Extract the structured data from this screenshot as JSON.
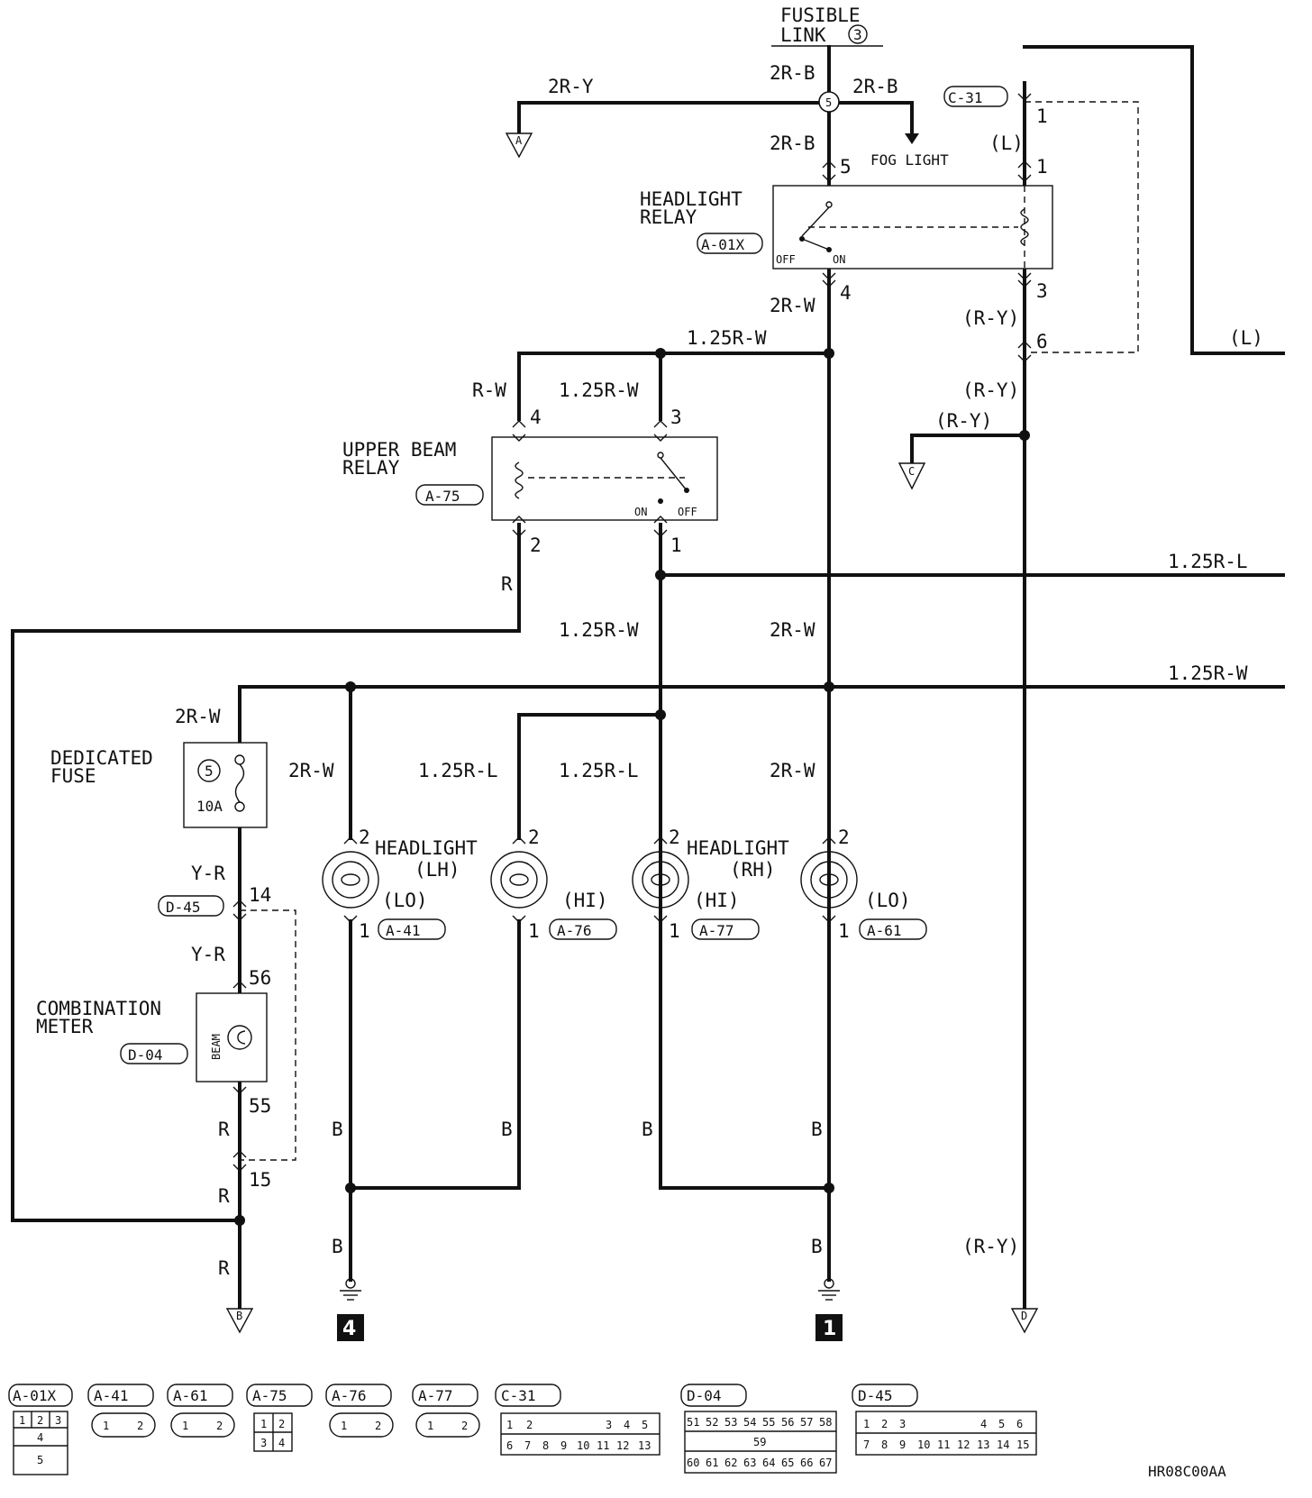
{
  "colors": {
    "ink": "#111111",
    "background": "#ffffff"
  },
  "power": {
    "fusible_link": "FUSIBLE",
    "fusible_link_2": "LINK",
    "fusible_link_num": "3",
    "junction_num": "5"
  },
  "wires": {
    "w_2RB_top": "2R-B",
    "w_2RY": "2R-Y",
    "w_2RB_right": "2R-B",
    "w_2RB_mid": "2R-B",
    "fog_light": "FOG LIGHT",
    "w_L_c31": "(L)",
    "w_2RW_relay": "2R-W",
    "w_RY_3": "(R-Y)",
    "w_125RW_bus": "1.25R-W",
    "w_L_right": "(L)",
    "w_RW": "R-W",
    "w_125RW_3": "1.25R-W",
    "w_RY_6": "(R-Y)",
    "w_RY_C": "(R-Y)",
    "w_125RL_right": "1.25R-L",
    "w_R_ub2": "R",
    "w_125RW_mid": "1.25R-W",
    "w_2RW_mid": "2R-W",
    "w_125RW_right": "1.25R-W",
    "w_2RW_fuse": "2R-W",
    "w_2RW_lh": "2R-W",
    "w_125RL_a76": "1.25R-L",
    "w_125RL_a77": "1.25R-L",
    "w_2RW_a61": "2R-W",
    "w_YR_1": "Y-R",
    "w_YR_2": "Y-R",
    "w_R_1": "R",
    "w_R_2": "R",
    "w_R_3": "R",
    "w_B_1": "B",
    "w_B_2": "B",
    "w_B_3": "B",
    "w_B_4": "B",
    "w_B_5": "B",
    "w_B_6": "B",
    "w_RY_bottom": "(R-Y)"
  },
  "pins": {
    "hr_5": "5",
    "hr_4": "4",
    "hr_1": "1",
    "hr_3": "3",
    "c31_1": "1",
    "c31_6": "6",
    "ub_4": "4",
    "ub_3": "3",
    "ub_2": "2",
    "ub_1": "1",
    "lamp_2a": "2",
    "lamp_2b": "2",
    "lamp_2c": "2",
    "lamp_2d": "2",
    "lamp_1a": "1",
    "lamp_1b": "1",
    "lamp_1c": "1",
    "lamp_1d": "1",
    "d45_14": "14",
    "d45_15": "15",
    "d04_56": "56",
    "d04_55": "55"
  },
  "components": {
    "headlight_relay": {
      "line1": "HEADLIGHT",
      "line2": "RELAY",
      "code": "A-01X",
      "off": "OFF",
      "on": "ON"
    },
    "upper_beam_relay": {
      "line1": "UPPER BEAM",
      "line2": "RELAY",
      "code": "A-75",
      "on": "ON",
      "off": "OFF"
    },
    "dedicated_fuse": {
      "line1": "DEDICATED",
      "line2": "FUSE",
      "number": "5",
      "rating": "10A"
    },
    "combination_meter": {
      "line1": "COMBINATION",
      "line2": "METER",
      "code": "D-04",
      "lamp": "BEAM"
    },
    "c31": {
      "code": "C-31"
    },
    "d45": {
      "code": "D-45"
    },
    "headlight_lh": {
      "line1": "HEADLIGHT",
      "line2": "(LH)"
    },
    "headlight_rh": {
      "line1": "HEADLIGHT",
      "line2": "(RH)"
    },
    "lamps": [
      {
        "mode": "(LO)",
        "code": "A-41"
      },
      {
        "mode": "(HI)",
        "code": "A-76"
      },
      {
        "mode": "(HI)",
        "code": "A-77"
      },
      {
        "mode": "(LO)",
        "code": "A-61"
      }
    ]
  },
  "offpage": {
    "A": "A",
    "B": "B",
    "C": "C",
    "D": "D"
  },
  "grounds": {
    "left": "4",
    "right": "1"
  },
  "connectors": {
    "a01x": {
      "code": "A-01X",
      "pins": [
        "1",
        "2",
        "3",
        "4",
        "5"
      ]
    },
    "a41": {
      "code": "A-41",
      "pins": [
        "1",
        "2"
      ]
    },
    "a61": {
      "code": "A-61",
      "pins": [
        "1",
        "2"
      ]
    },
    "a75": {
      "code": "A-75",
      "pins": [
        "1",
        "2",
        "3",
        "4"
      ]
    },
    "a76": {
      "code": "A-76",
      "pins": [
        "1",
        "2"
      ]
    },
    "a77": {
      "code": "A-77",
      "pins": [
        "1",
        "2"
      ]
    },
    "c31": {
      "code": "C-31",
      "pins": [
        "1",
        "2",
        "3",
        "4",
        "5",
        "6",
        "7",
        "8",
        "9",
        "10",
        "11",
        "12",
        "13"
      ]
    },
    "d04": {
      "code": "D-04",
      "pins_top": [
        "51",
        "52",
        "53",
        "54",
        "55",
        "56",
        "57",
        "58"
      ],
      "pin_mid": "59",
      "pins_bottom": [
        "60",
        "61",
        "62",
        "63",
        "64",
        "65",
        "66",
        "67"
      ]
    },
    "d45": {
      "code": "D-45",
      "pins_top": [
        "1",
        "2",
        "3",
        "4",
        "5",
        "6"
      ],
      "pins_bottom": [
        "7",
        "8",
        "9",
        "10",
        "11",
        "12",
        "13",
        "14",
        "15"
      ]
    }
  },
  "drawing_code": "HR08C00AA"
}
